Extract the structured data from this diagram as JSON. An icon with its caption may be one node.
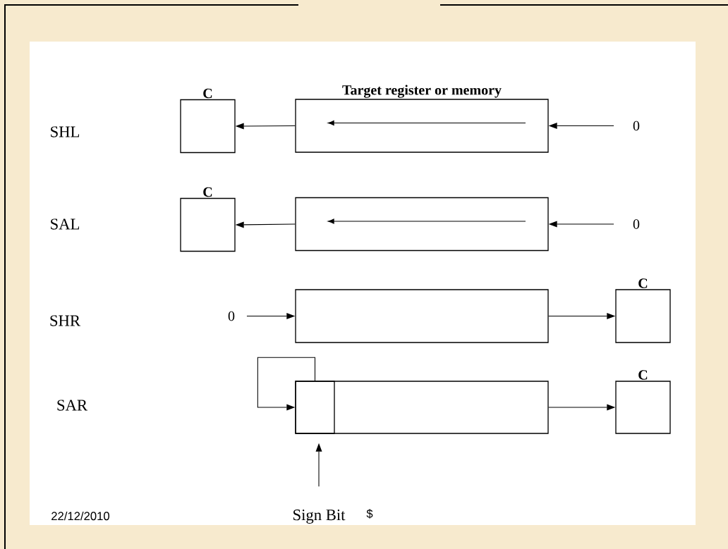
{
  "diagram": {
    "nodes": [
      {
        "text": [
          "C"
        ]
      },
      {
        "text": [
          "Target register or memory"
        ]
      },
      {
        "text": [
          "0"
        ]
      },
      {
        "text": [
          "C"
        ]
      },
      {
        "text": [],
        "shape": "box"
      },
      {
        "text": [
          "0"
        ]
      },
      {
        "text": [
          "0"
        ]
      },
      {
        "text": [],
        "shape": "box"
      },
      {
        "text": [
          "C"
        ]
      },
      {
        "text": [],
        "shape": "box"
      },
      {
        "text": [],
        "shape": "box",
        "in": 9
      },
      {
        "text": [
          "C"
        ]
      },
      {
        "text": [
          "Sign Bit"
        ]
      }
    ],
    "edges": [
      {
        "from": 1,
        "to": 0,
        "arrow": "to"
      },
      {
        "from": 2,
        "to": 1,
        "arrow": "to"
      },
      {
        "from": 4,
        "to": 3,
        "arrow": "to"
      },
      {
        "from": 5,
        "to": 4,
        "arrow": "to"
      },
      {
        "from": 6,
        "to": 7,
        "arrow": "to"
      },
      {
        "from": 7,
        "to": 8,
        "arrow": "to"
      },
      {
        "from": 10,
        "to": 10,
        "arrow": "to"
      },
      {
        "from": 9,
        "to": 11,
        "arrow": "to"
      },
      {
        "from": 12,
        "to": 10,
        "arrow": "to"
      }
    ],
    "labels": [
      "SHL",
      "SAL",
      "SHR",
      "SAR",
      "22/12/2010",
      "$"
    ]
  }
}
